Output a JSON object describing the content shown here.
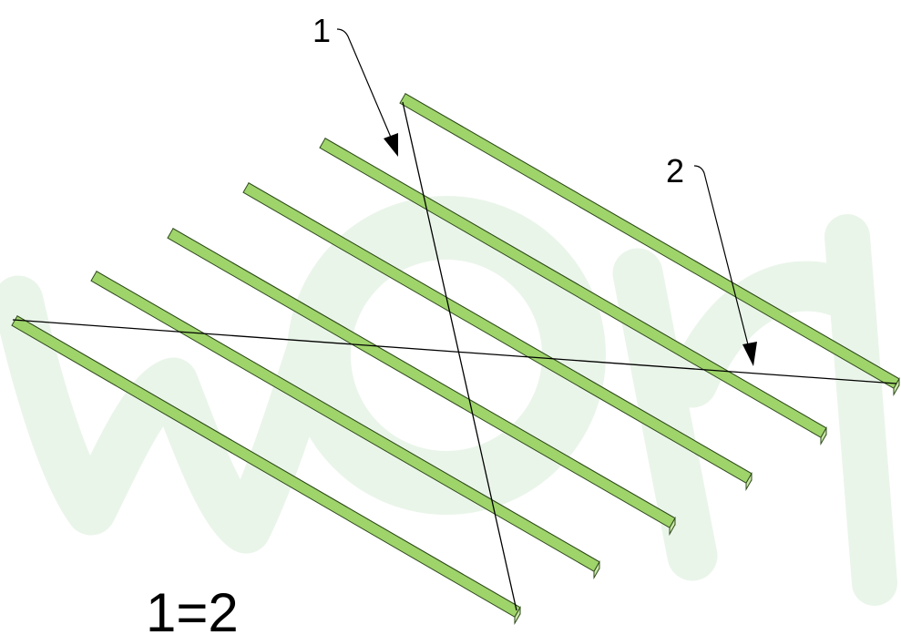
{
  "diagram": {
    "callouts": [
      {
        "id": "callout-1",
        "text": "1"
      },
      {
        "id": "callout-2",
        "text": "2"
      }
    ],
    "equation": "1=2",
    "colors": {
      "bar_top": "#9fd46b",
      "bar_side": "#6aa040",
      "bar_edge": "#2f4a1c",
      "watermark": "#eaf5ea",
      "line": "#000000"
    },
    "bar_count": 6,
    "diagonal_count": 2
  }
}
